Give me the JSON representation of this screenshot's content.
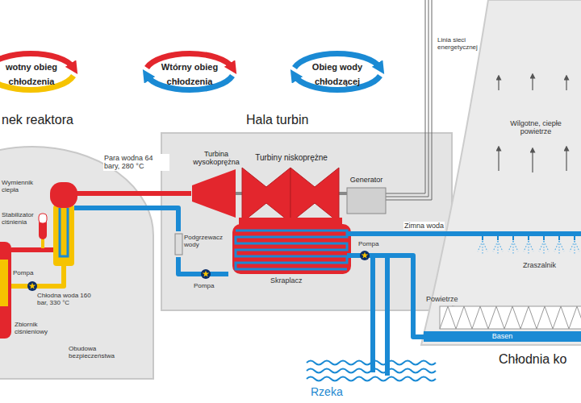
{
  "diagram": {
    "nodes": [
      {
        "text": [
          "nek reaktora",
          "Obudowa bezpieczeństwa"
        ]
      },
      {
        "text": [
          "Hala turbin"
        ]
      },
      {
        "text": [
          "Turbina wysokoprężna"
        ],
        "in": 1
      },
      {
        "text": [
          "Turbiny niskoprężne"
        ],
        "in": 1
      },
      {
        "text": [
          "Generator"
        ],
        "in": 1
      },
      {
        "text": [
          "Podgrzewacz wody"
        ],
        "in": 1
      },
      {
        "text": [
          "Skraplacz"
        ],
        "in": 1
      },
      {
        "text": [
          "Chłodnia ko"
        ]
      },
      {
        "text": [
          "Basen"
        ],
        "in": 7
      },
      {
        "text": [
          "Rzeka"
        ]
      }
    ],
    "edges": [
      {
        "from": 0,
        "to": 2,
        "label": "Para wodna 64 bary, 280 °C",
        "arrow": "none"
      },
      {
        "from": 5,
        "to": 0,
        "arrow": "none"
      },
      {
        "from": 6,
        "to": 5,
        "arrow": "none"
      },
      {
        "from": 6,
        "to": 7,
        "label": "Zimna woda",
        "arrow": "none"
      },
      {
        "from": 6,
        "to": 9,
        "arrow": "none"
      },
      {
        "from": 6,
        "to": 8,
        "arrow": "none"
      }
    ],
    "labels": [
      "Wymiennik ciepła",
      "Stabilizator ciśnienia",
      "Pompa",
      "Chłodna woda 160 bar, 330 °C",
      "Zbiornik ciśnieniowy",
      "Pompa",
      "Pompa",
      "Linia sieci energetycznej",
      "Wilgotne, ciepłe powietrze",
      "Zraszalnik",
      "Powietrze"
    ],
    "legend": [
      {
        "text": "wotny obieg chłodzenia"
      },
      {
        "text": "Wtórny obieg chłodzenia"
      },
      {
        "text": "Obieg wody chłodzącej"
      }
    ]
  }
}
